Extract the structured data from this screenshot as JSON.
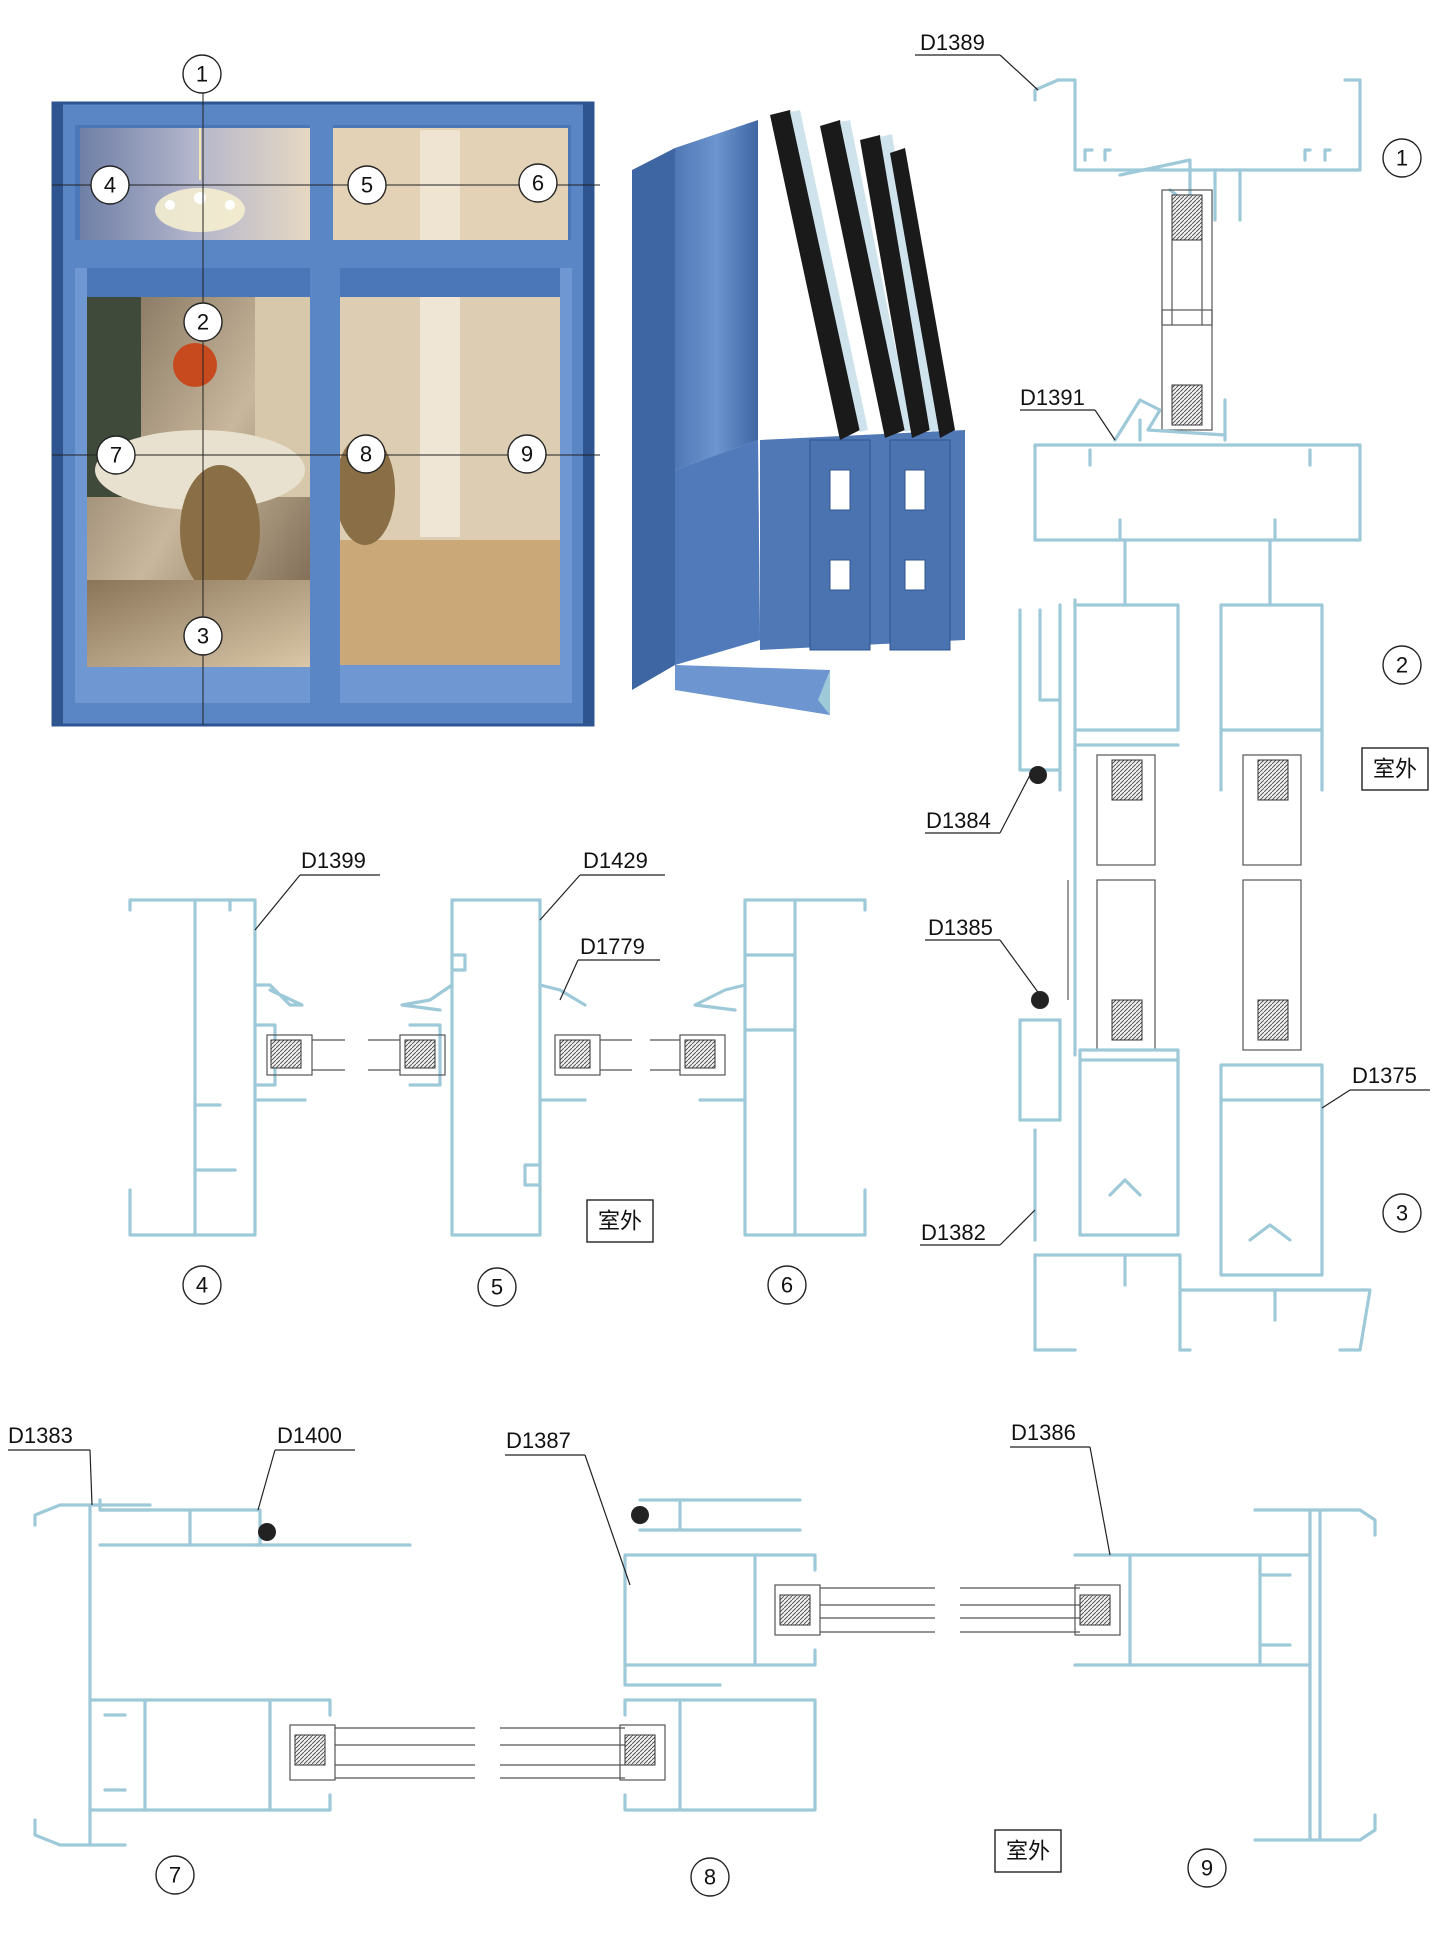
{
  "labels": {
    "d1389": "D1389",
    "d1391": "D1391",
    "d1384": "D1384",
    "d1385": "D1385",
    "d1375": "D1375",
    "d1382": "D1382",
    "d1399": "D1399",
    "d1429": "D1429",
    "d1779": "D1779",
    "d1383": "D1383",
    "d1400": "D1400",
    "d1387": "D1387",
    "d1386": "D1386"
  },
  "section_numbers": [
    "1",
    "2",
    "3",
    "4",
    "5",
    "6",
    "7",
    "8",
    "9"
  ],
  "outdoor_label": "室外",
  "colors": {
    "profile": "#9ec9d8",
    "frame_blue": "#5b86c6",
    "frame_dark": "#3c68ab"
  }
}
